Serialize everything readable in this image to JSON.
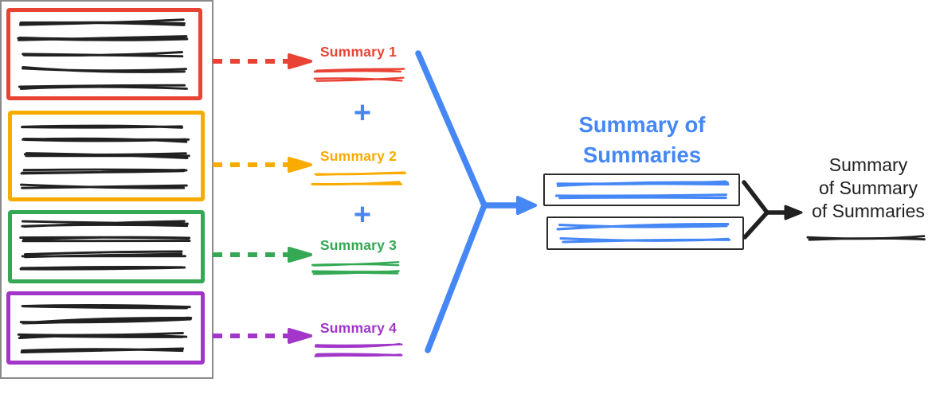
{
  "colors": {
    "red": "#E94335",
    "yellow": "#F9AB00",
    "green": "#34A853",
    "purple": "#A136C9",
    "blue": "#4587F5",
    "ink": "#212121",
    "frame": "#8A8A8A",
    "box_border": "#2B2B2B",
    "background": "#FFFFFF"
  },
  "document": {
    "chunks": [
      {
        "color": "red",
        "text_lines": 5
      },
      {
        "color": "yellow",
        "text_lines": 5
      },
      {
        "color": "green",
        "text_lines": 4
      },
      {
        "color": "purple",
        "text_lines": 4
      }
    ]
  },
  "chunk_summaries": {
    "plus": "+",
    "items": [
      {
        "label": "Summary 1",
        "color": "red",
        "text_lines": 2
      },
      {
        "label": "Summary 2",
        "color": "yellow",
        "text_lines": 2
      },
      {
        "label": "Summary 3",
        "color": "green",
        "text_lines": 2
      },
      {
        "label": "Summary 4",
        "color": "purple",
        "text_lines": 2
      }
    ]
  },
  "summary_of_summaries": {
    "title": "Summary of Summaries",
    "title_lines": [
      "Summary of",
      "Summaries"
    ],
    "boxes": [
      {
        "text_lines": 2
      },
      {
        "text_lines": 2
      }
    ]
  },
  "final_summary": {
    "label": "Summary of Summary of Summaries",
    "label_lines": [
      "Summary",
      "of Summary",
      "of Summaries"
    ]
  }
}
